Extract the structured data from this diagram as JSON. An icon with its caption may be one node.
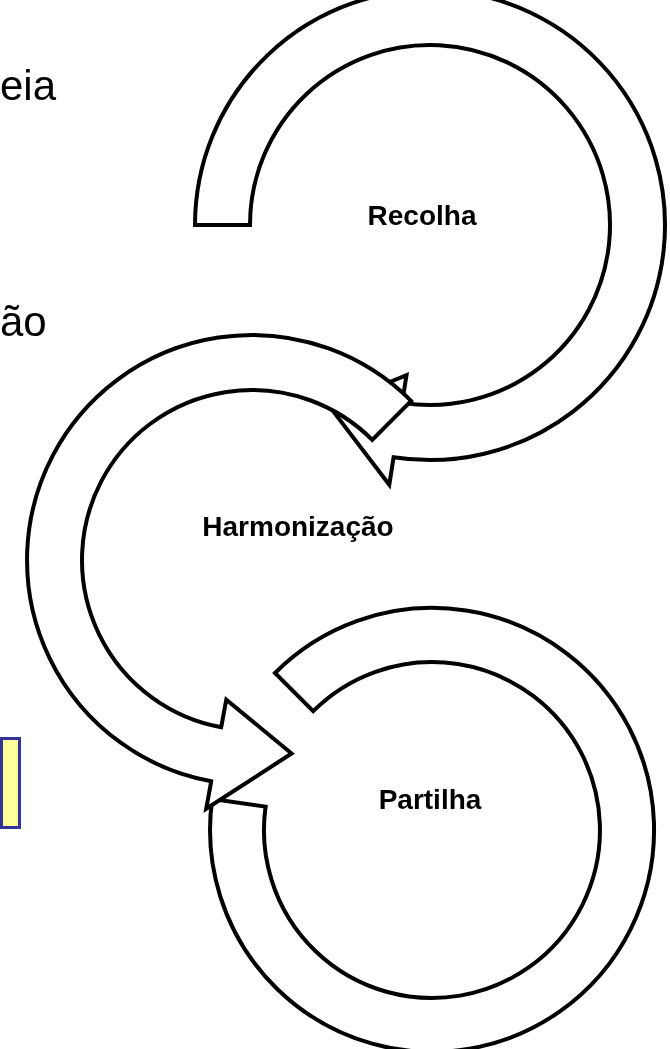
{
  "diagram": {
    "nodes": [
      {
        "text": [
          "Recolha"
        ]
      },
      {
        "text": [
          "Harmonização"
        ]
      },
      {
        "text": [
          "Partilha"
        ]
      },
      {
        "text": [],
        "shape": "box"
      }
    ],
    "edges": [
      {
        "from": 0,
        "to": 1,
        "arrow": "to"
      },
      {
        "from": 1,
        "to": 2,
        "arrow": "to"
      }
    ],
    "labels": [
      "eia",
      "ão"
    ]
  }
}
